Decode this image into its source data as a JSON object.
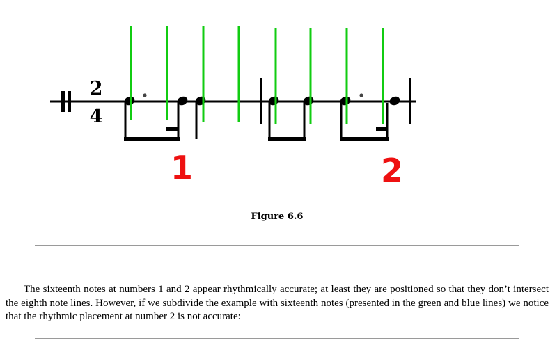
{
  "figure": {
    "time_signature": {
      "top": "2",
      "bottom": "4"
    },
    "markers": [
      {
        "label": "1",
        "color": "#ee1111"
      },
      {
        "label": "2",
        "color": "#ee1111"
      }
    ],
    "subdivision_line_color": "#11cc11"
  },
  "caption": "Figure 6.6",
  "body_text": "The sixteenth notes at numbers 1 and 2 appear rhythmically accurate; at least they are positioned so that they don’t intersect the eighth note lines. However, if we subdivide the example with sixteenth notes (presented in the green and blue lines) we notice that the rhythmic placement at number 2 is not accurate:"
}
